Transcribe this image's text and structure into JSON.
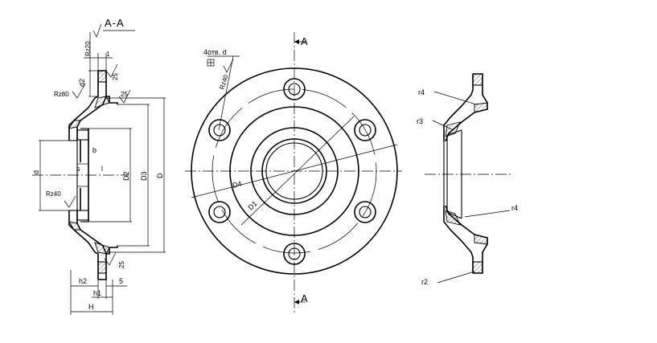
{
  "section_title": "A-A",
  "view_labels": {
    "cut_top": "A",
    "cut_bottom": "A"
  },
  "labels": {
    "holes": "4отв. d",
    "rz20": "Rz20",
    "rz80": "Rz80",
    "rz40_left": "Rz40",
    "rz40_front": "Rz40",
    "v25_top": "25",
    "v25_mid": "25",
    "v25_bottom": "25",
    "dim_1": "1",
    "dim_5": "5",
    "d2": "d2",
    "d": "d",
    "b": "b",
    "s": "s",
    "l": "l",
    "D2": "D2",
    "D3": "D3",
    "D": "D",
    "D4": "D4",
    "D1": "D1",
    "h2": "h2",
    "h1": "h1",
    "H": "H",
    "r4_top": "r4",
    "r3": "r3",
    "r4_bottom": "r4",
    "r2": "r2"
  }
}
